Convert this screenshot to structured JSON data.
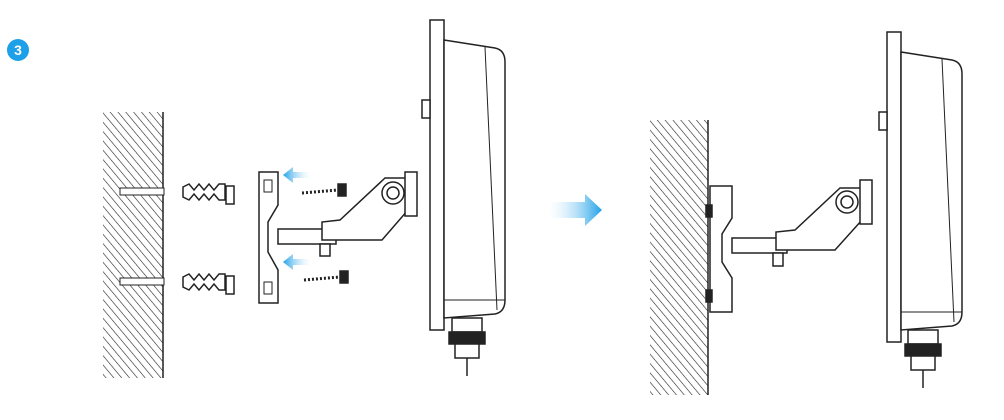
{
  "step": {
    "number": "3"
  },
  "colors": {
    "accent": "#1ea0e8",
    "line": "#222222",
    "fill_light": "#ffffff",
    "fill_dark": "#222222"
  },
  "icons": {
    "step_badge": "circle-number",
    "direction_arrows": "arrow-left-icon",
    "transition_arrow": "arrow-right-icon"
  },
  "scenes": [
    {
      "name": "before",
      "state": "exploded"
    },
    {
      "name": "after",
      "state": "mounted"
    }
  ]
}
